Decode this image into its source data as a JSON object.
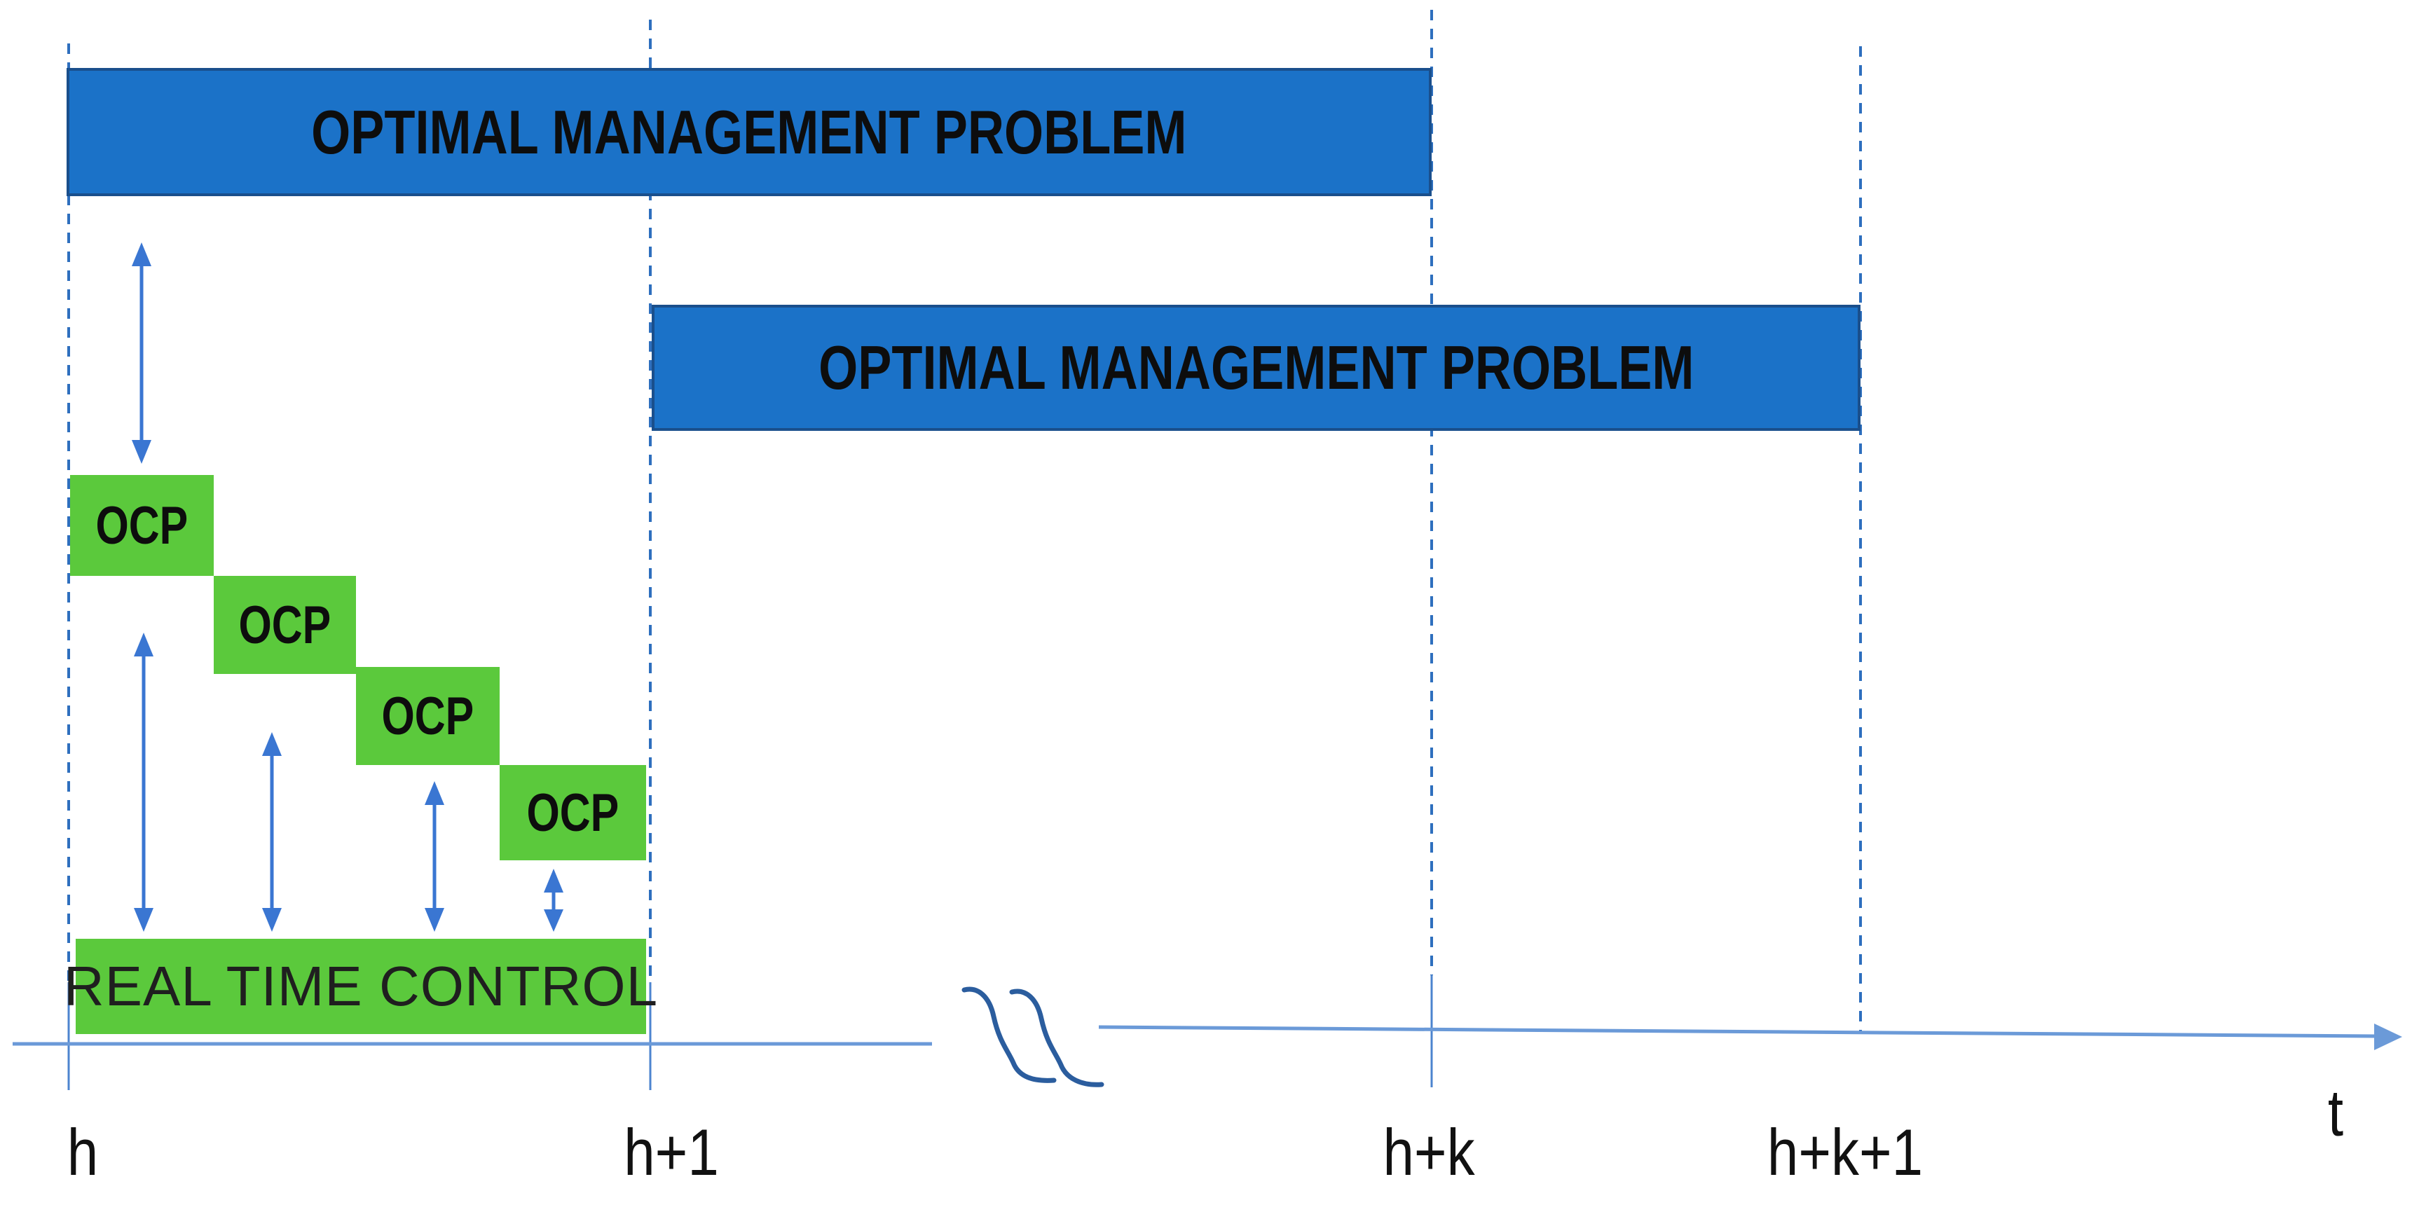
{
  "diagram": {
    "colors": {
      "management_bar_fill": "#1b72c8",
      "management_bar_border": "#1a4f8c",
      "green_fill": "#5bc93c",
      "dashed_gridline": "#2e6fbe",
      "coupling_arrow": "#3a76d2",
      "axis_line": "#6b9ad8",
      "axis_tick": "#4c84cf",
      "break_mark": "#2b5d9e",
      "text": "#111111"
    },
    "management_bars": [
      {
        "label": "OPTIMAL MANAGEMENT PROBLEM",
        "from_tick": "h",
        "to_tick": "h+k"
      },
      {
        "label": "OPTIMAL MANAGEMENT PROBLEM",
        "from_tick": "h+1",
        "to_tick": "h+k+1"
      }
    ],
    "ocp_boxes": [
      {
        "label": "OCP"
      },
      {
        "label": "OCP"
      },
      {
        "label": "OCP"
      },
      {
        "label": "OCP"
      }
    ],
    "realtime_bar": {
      "label": "REAL TIME CONTROL"
    },
    "axis": {
      "ticks": [
        "h",
        "h+1",
        "h+k",
        "h+k+1"
      ],
      "label": "t",
      "has_break_mark": true
    },
    "icons": {
      "axis_arrowhead": "right-arrowhead",
      "axis_break": "squiggle-break-marks",
      "coupling_arrows": "vertical-double-headed-arrow"
    }
  }
}
